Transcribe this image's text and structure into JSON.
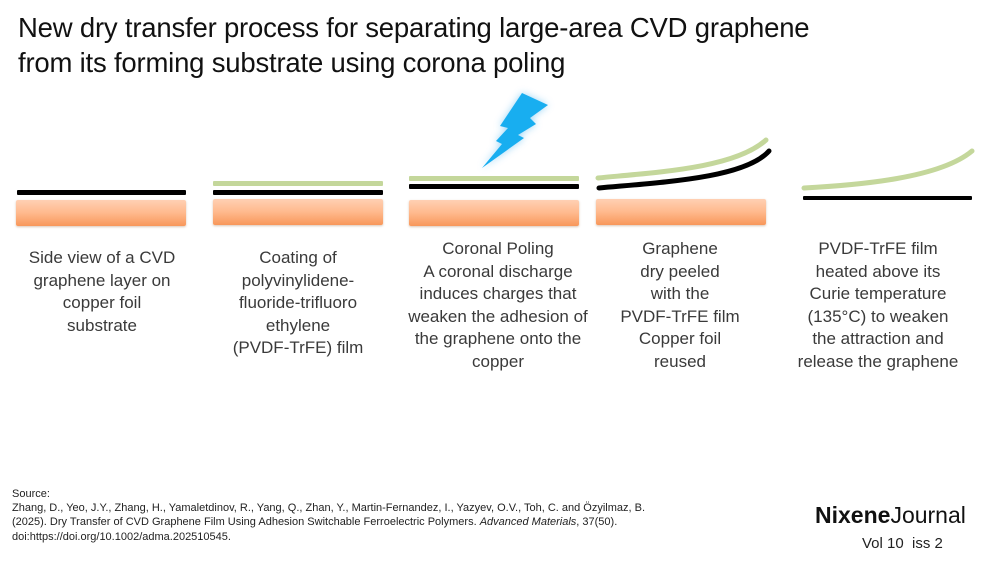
{
  "title": {
    "line1": "New dry transfer process for separating large-area CVD graphene",
    "line2": "from its forming substrate using corona poling"
  },
  "legend_colors": {
    "graphene": "#000000",
    "pvdf_trfe_film": "#c4d79b",
    "copper_foil": "#f9a46e",
    "corona_discharge": "#1ab0f0"
  },
  "steps": [
    {
      "id": "step1",
      "caption": [
        "Side view of a CVD",
        "graphene layer on",
        "copper foil",
        "substrate"
      ]
    },
    {
      "id": "step2",
      "caption": [
        "Coating of",
        "polyvinylidene-",
        "fluoride-trifluoro",
        "ethylene",
        "(PVDF-TrFE) film"
      ]
    },
    {
      "id": "step3",
      "caption": [
        "Coronal Poling",
        "A coronal discharge",
        "induces charges that",
        "weaken the adhesion of",
        "the graphene onto the",
        "copper"
      ],
      "icon": "lightning-bolt-icon"
    },
    {
      "id": "step4",
      "caption": [
        "Graphene",
        "dry peeled",
        "with the",
        "PVDF-TrFE film",
        "Copper foil",
        "reused"
      ]
    },
    {
      "id": "step5",
      "caption": [
        "PVDF-TrFE film",
        "heated above its",
        "Curie temperature",
        "(135°C) to weaken",
        "the attraction and",
        "release the graphene"
      ]
    }
  ],
  "source": {
    "label": "Source:",
    "line1": "Zhang, D., Yeo, J.Y., Zhang, H., Yamaletdinov, R., Yang, Q., Zhan, Y., Martin-Fernandez, I., Yazyev, O.V., Toh, C. and Özyilmaz, B.",
    "line2_pre": "(2025). Dry Transfer of CVD Graphene Film Using Adhesion Switchable Ferroelectric Polymers. ",
    "line2_journal": "Advanced Materials",
    "line2_post": ", 37(50).",
    "line3": "doi:https://doi.org/10.1002/adma.202510545."
  },
  "brand": {
    "name_bold": "Nixene",
    "name_light": "Journal",
    "issue": "Vol 10  iss 2"
  }
}
